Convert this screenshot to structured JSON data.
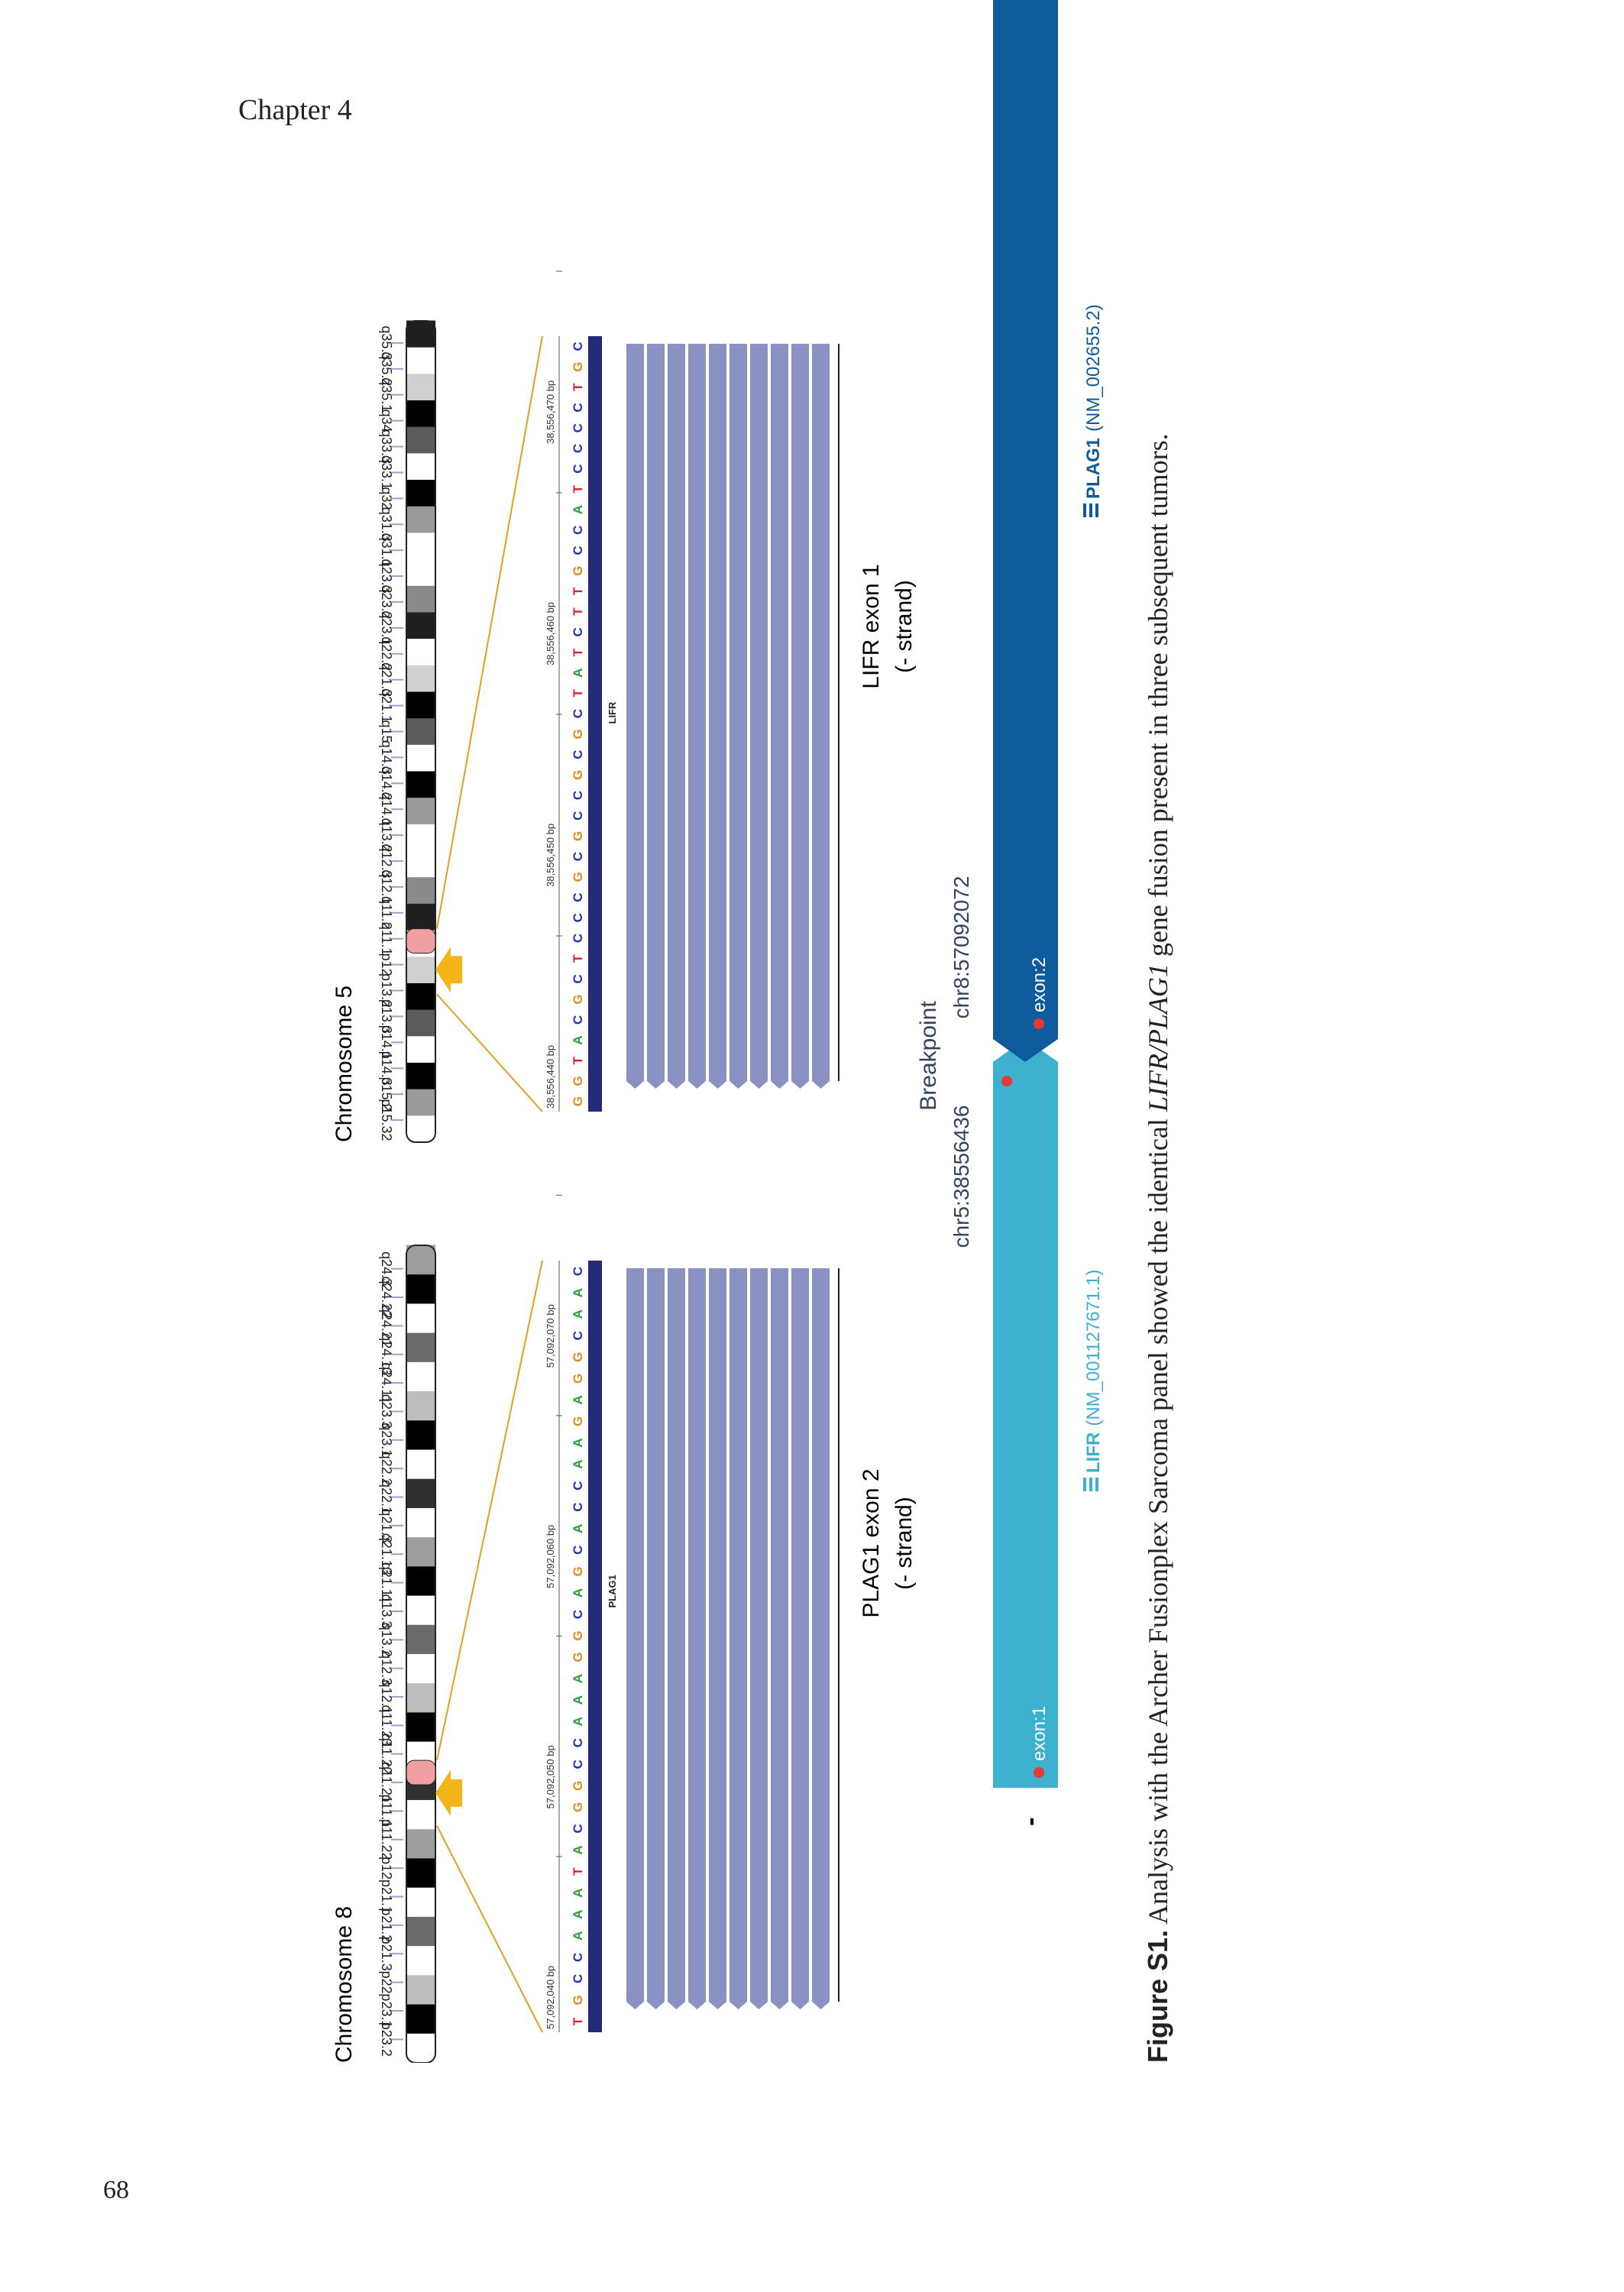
{
  "header": {
    "chapter": "Chapter 4",
    "page_number": "68"
  },
  "figure": {
    "caption_label": "Figure S1.",
    "caption_pre": " Analysis with the Archer Fusionplex Sarcoma panel showed the identical ",
    "caption_italic": "LIFR/PLAG1",
    "caption_post": " gene fusion present in three subsequent tumors.",
    "left_panel": {
      "chromosome_title": "Chromosome 8",
      "bands": [
        "p23.2",
        "p23.1",
        "p22",
        "p21.3",
        "p21.2",
        "p21.1",
        "p12",
        "p11.22",
        "p11.1",
        "q11.21",
        "q11.22",
        "q11.23",
        "q12.1",
        "q12.3",
        "q13.2",
        "q13.3",
        "q21.11",
        "q21.13",
        "q21.3",
        "q22.1",
        "q22.2",
        "q23.1",
        "q23.3",
        "q24.11",
        "q24.13",
        "q24.21",
        "q24.22",
        "q24.3"
      ],
      "ruler": [
        "57,092,040 bp",
        "57,092,050 bp",
        "57,092,060 bp",
        "57,092,070 bp"
      ],
      "sequence": "TGCCAAATACGGCCAAAGGCAGCACCAAGAGGCAAC",
      "gene_label": "PLAG1",
      "exon_label": "PLAG1 exon 2",
      "strand_label": "(- strand)"
    },
    "right_panel": {
      "chromosome_title": "Chromosome 5",
      "bands": [
        "p15.32",
        "p15.2",
        "p14.3",
        "p14.1",
        "p13.3",
        "p13.2",
        "p12",
        "q11.1",
        "q11.2",
        "q12.1",
        "q12.3",
        "q13.2",
        "q14.1",
        "q14.2",
        "q14.3",
        "q15",
        "q21.1",
        "q21.3",
        "q22.2",
        "q23.1",
        "q23.2",
        "q23.3",
        "q31.1",
        "q31.3",
        "q32",
        "q33.1",
        "q33.3",
        "q34",
        "q35.1",
        "q35.2",
        "q35.3"
      ],
      "ruler": [
        "38,556,440 bp",
        "38,556,450 bp",
        "38,556,460 bp",
        "38,556,470 bp"
      ],
      "sequence": "GGTACGCTCCCGCGCCGCGCTATCTTGCCATCCCCTGC",
      "gene_label": "LIFR",
      "exon_label": "LIFR exon 1",
      "strand_label": "(- strand)"
    },
    "fusion": {
      "minus_label": "-",
      "exon1_label": "exon:1",
      "exon2_label": "exon:2",
      "breakpoint_title": "Breakpoint",
      "breakpoint_left": "chr5:38556436",
      "breakpoint_right": "chr8:57092072",
      "lifr_gene": "LIFR",
      "lifr_transcript": "(NM_001127671.1)",
      "plag1_gene": "PLAG1",
      "plag1_transcript": "(NM_002655.2)"
    },
    "colors": {
      "A": "#2e9e3a",
      "C": "#2233aa",
      "G": "#e08a1a",
      "T": "#d2232a",
      "lifr_bar": "#3bb0cf",
      "plag1_bar": "#0d5a9c",
      "reads": "#8b91c2",
      "arrow": "#f4b41a"
    }
  }
}
